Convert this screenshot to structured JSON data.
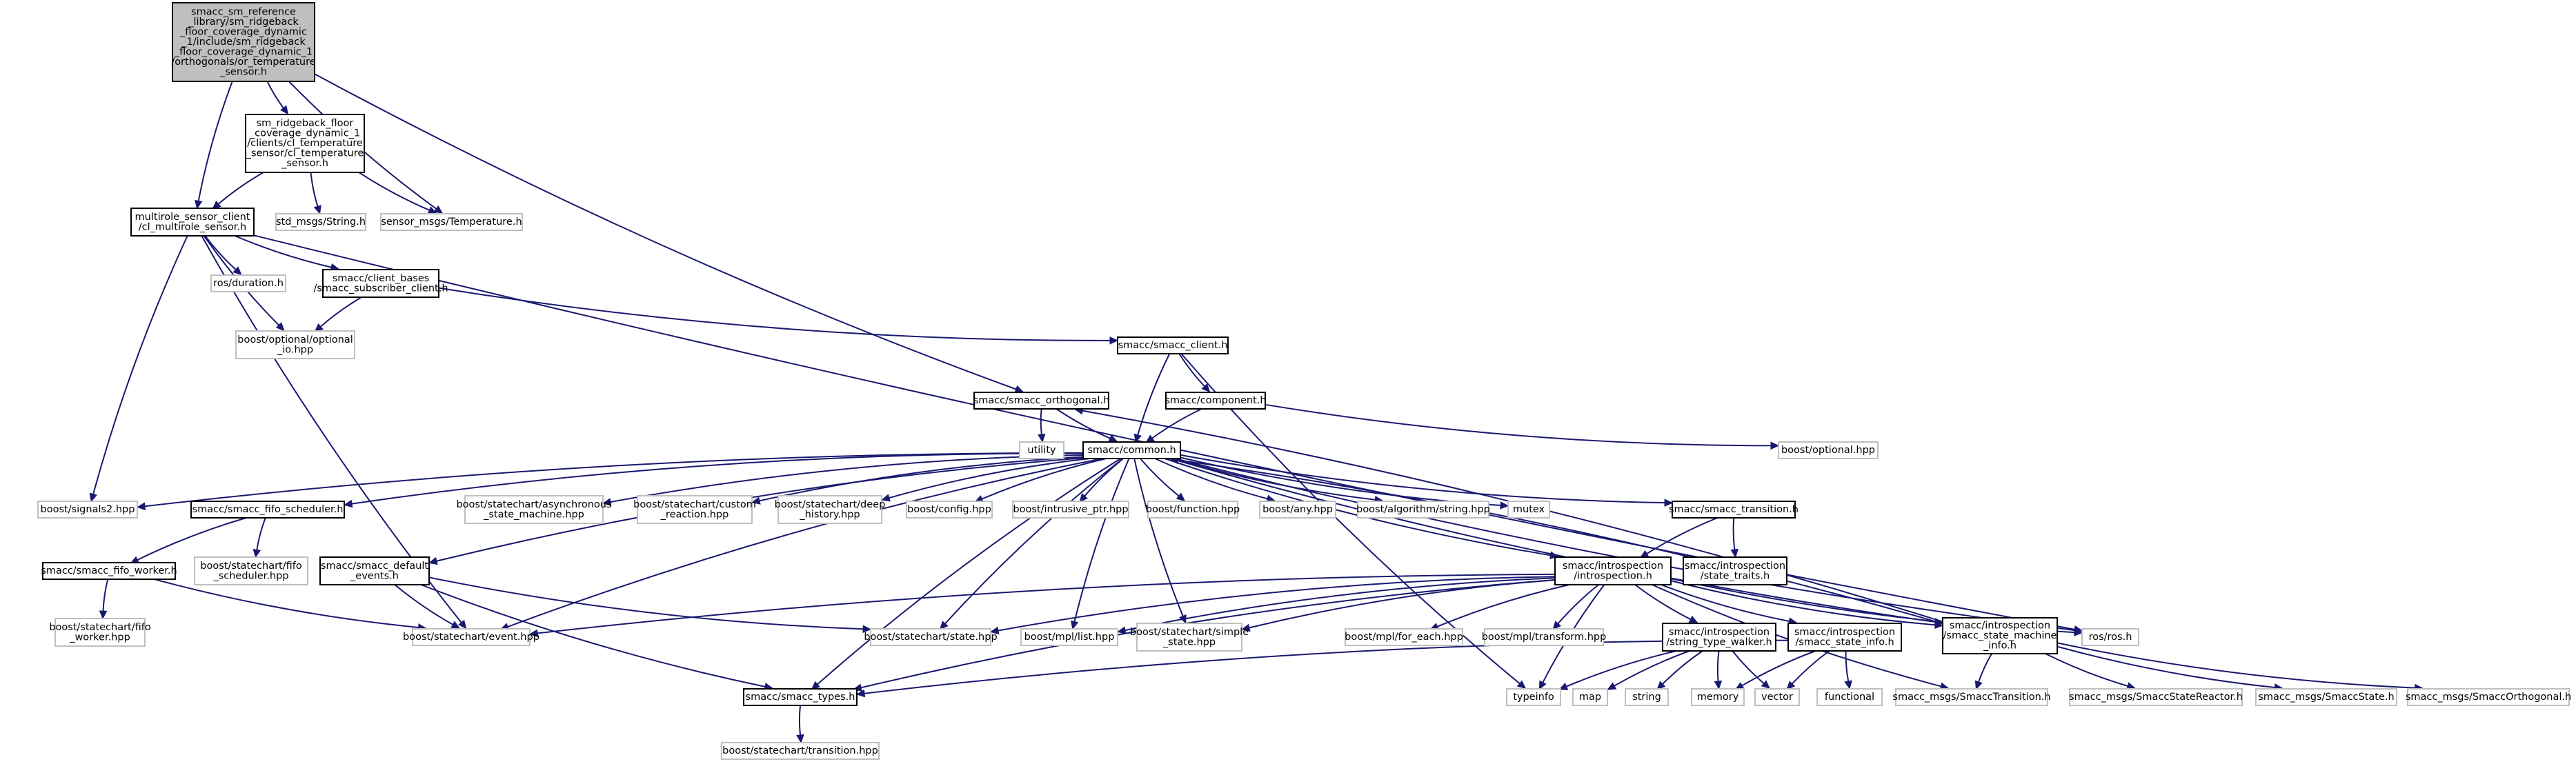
{
  "diagram": {
    "type": "include-dependency-graph",
    "nodes": [
      {
        "id": "root",
        "kind": "main",
        "lines": [
          "smacc_sm_reference",
          "_library/sm_ridgeback",
          "_floor_coverage_dynamic",
          "_1/include/sm_ridgeback",
          "_floor_coverage_dynamic_1",
          "/orthogonals/or_temperature",
          "_sensor.h"
        ]
      },
      {
        "id": "cl_temp",
        "kind": "local",
        "lines": [
          "sm_ridgeback_floor",
          "_coverage_dynamic_1",
          "/clients/cl_temperature",
          "_sensor/cl_temperature",
          "_sensor.h"
        ]
      },
      {
        "id": "multirole",
        "kind": "local",
        "lines": [
          "multirole_sensor_client",
          "/cl_multirole_sensor.h"
        ]
      },
      {
        "id": "std_string",
        "kind": "ext",
        "lines": [
          "std_msgs/String.h"
        ]
      },
      {
        "id": "sensor_temp",
        "kind": "ext",
        "lines": [
          "sensor_msgs/Temperature.h"
        ]
      },
      {
        "id": "ros_duration",
        "kind": "ext",
        "lines": [
          "ros/duration.h"
        ]
      },
      {
        "id": "sub_client",
        "kind": "local",
        "lines": [
          "smacc/client_bases",
          "/smacc_subscriber_client.h"
        ]
      },
      {
        "id": "opt_io",
        "kind": "ext",
        "lines": [
          "boost/optional/optional",
          "_io.hpp"
        ]
      },
      {
        "id": "smacc_client",
        "kind": "local",
        "lines": [
          "smacc/smacc_client.h"
        ]
      },
      {
        "id": "smacc_orth",
        "kind": "local",
        "lines": [
          "smacc/smacc_orthogonal.h"
        ]
      },
      {
        "id": "component",
        "kind": "local",
        "lines": [
          "smacc/component.h"
        ]
      },
      {
        "id": "utility",
        "kind": "ext",
        "lines": [
          "utility"
        ]
      },
      {
        "id": "boost_optional",
        "kind": "ext",
        "lines": [
          "boost/optional.hpp"
        ]
      },
      {
        "id": "common",
        "kind": "local",
        "lines": [
          "smacc/common.h"
        ]
      },
      {
        "id": "signals2",
        "kind": "ext",
        "lines": [
          "boost/signals2.hpp"
        ]
      },
      {
        "id": "fifo_sched",
        "kind": "local",
        "lines": [
          "smacc/smacc_fifo_scheduler.h"
        ]
      },
      {
        "id": "async_sm",
        "kind": "ext",
        "lines": [
          "boost/statechart/asynchronous",
          "_state_machine.hpp"
        ]
      },
      {
        "id": "custom_reaction",
        "kind": "ext",
        "lines": [
          "boost/statechart/custom",
          "_reaction.hpp"
        ]
      },
      {
        "id": "deep_history",
        "kind": "ext",
        "lines": [
          "boost/statechart/deep",
          "_history.hpp"
        ]
      },
      {
        "id": "config",
        "kind": "ext",
        "lines": [
          "boost/config.hpp"
        ]
      },
      {
        "id": "intrusive_ptr",
        "kind": "ext",
        "lines": [
          "boost/intrusive_ptr.hpp"
        ]
      },
      {
        "id": "function",
        "kind": "ext",
        "lines": [
          "boost/function.hpp"
        ]
      },
      {
        "id": "any",
        "kind": "ext",
        "lines": [
          "boost/any.hpp"
        ]
      },
      {
        "id": "algo_string",
        "kind": "ext",
        "lines": [
          "boost/algorithm/string.hpp"
        ]
      },
      {
        "id": "mutex",
        "kind": "ext",
        "lines": [
          "mutex"
        ]
      },
      {
        "id": "smacc_transition",
        "kind": "local",
        "lines": [
          "smacc/smacc_transition.h"
        ]
      },
      {
        "id": "fifo_worker",
        "kind": "local",
        "lines": [
          "smacc/smacc_fifo_worker.h"
        ]
      },
      {
        "id": "fifo_scheduler_hpp",
        "kind": "ext",
        "lines": [
          "boost/statechart/fifo",
          "_scheduler.hpp"
        ]
      },
      {
        "id": "default_events",
        "kind": "local",
        "lines": [
          "smacc/smacc_default",
          "_events.h"
        ]
      },
      {
        "id": "introspection",
        "kind": "local",
        "lines": [
          "smacc/introspection",
          "/introspection.h"
        ]
      },
      {
        "id": "state_traits",
        "kind": "local",
        "lines": [
          "smacc/introspection",
          "/state_traits.h"
        ]
      },
      {
        "id": "fifo_worker_hpp",
        "kind": "ext",
        "lines": [
          "boost/statechart/fifo",
          "_worker.hpp"
        ]
      },
      {
        "id": "event_hpp",
        "kind": "ext",
        "lines": [
          "boost/statechart/event.hpp"
        ]
      },
      {
        "id": "state_hpp",
        "kind": "ext",
        "lines": [
          "boost/statechart/state.hpp"
        ]
      },
      {
        "id": "mpl_list",
        "kind": "ext",
        "lines": [
          "boost/mpl/list.hpp"
        ]
      },
      {
        "id": "simple_state",
        "kind": "ext",
        "lines": [
          "boost/statechart/simple",
          "_state.hpp"
        ]
      },
      {
        "id": "for_each",
        "kind": "ext",
        "lines": [
          "boost/mpl/for_each.hpp"
        ]
      },
      {
        "id": "mpl_transform",
        "kind": "ext",
        "lines": [
          "boost/mpl/transform.hpp"
        ]
      },
      {
        "id": "string_walker",
        "kind": "local",
        "lines": [
          "smacc/introspection",
          "/string_type_walker.h"
        ]
      },
      {
        "id": "state_info",
        "kind": "local",
        "lines": [
          "smacc/introspection",
          "/smacc_state_info.h"
        ]
      },
      {
        "id": "sm_info",
        "kind": "local",
        "lines": [
          "smacc/introspection",
          "/smacc_state_machine",
          "_info.h"
        ]
      },
      {
        "id": "ros_h",
        "kind": "ext",
        "lines": [
          "ros/ros.h"
        ]
      },
      {
        "id": "smacc_types",
        "kind": "local",
        "lines": [
          "smacc/smacc_types.h"
        ]
      },
      {
        "id": "typeinfo",
        "kind": "ext",
        "lines": [
          "typeinfo"
        ]
      },
      {
        "id": "map",
        "kind": "ext",
        "lines": [
          "map"
        ]
      },
      {
        "id": "string",
        "kind": "ext",
        "lines": [
          "string"
        ]
      },
      {
        "id": "memory",
        "kind": "ext",
        "lines": [
          "memory"
        ]
      },
      {
        "id": "vector",
        "kind": "ext",
        "lines": [
          "vector"
        ]
      },
      {
        "id": "functional",
        "kind": "ext",
        "lines": [
          "functional"
        ]
      },
      {
        "id": "msg_transition",
        "kind": "ext",
        "lines": [
          "smacc_msgs/SmaccTransition.h"
        ]
      },
      {
        "id": "msg_reactor",
        "kind": "ext",
        "lines": [
          "smacc_msgs/SmaccStateReactor.h"
        ]
      },
      {
        "id": "msg_state",
        "kind": "ext",
        "lines": [
          "smacc_msgs/SmaccState.h"
        ]
      },
      {
        "id": "msg_orth",
        "kind": "ext",
        "lines": [
          "smacc_msgs/SmaccOrthogonal.h"
        ]
      },
      {
        "id": "transition_hpp",
        "kind": "ext",
        "lines": [
          "boost/statechart/transition.hpp"
        ]
      }
    ],
    "edges": [
      [
        "root",
        "cl_temp"
      ],
      [
        "root",
        "multirole"
      ],
      [
        "root",
        "sensor_temp"
      ],
      [
        "root",
        "smacc_orth"
      ],
      [
        "cl_temp",
        "multirole"
      ],
      [
        "cl_temp",
        "std_string"
      ],
      [
        "cl_temp",
        "sensor_temp"
      ],
      [
        "multirole",
        "ros_duration"
      ],
      [
        "multirole",
        "sub_client"
      ],
      [
        "multirole",
        "opt_io"
      ],
      [
        "multirole",
        "signals2"
      ],
      [
        "multirole",
        "event_hpp"
      ],
      [
        "multirole",
        "ros_h"
      ],
      [
        "sub_client",
        "opt_io"
      ],
      [
        "sub_client",
        "smacc_client"
      ],
      [
        "smacc_client",
        "component"
      ],
      [
        "smacc_client",
        "common"
      ],
      [
        "smacc_client",
        "typeinfo"
      ],
      [
        "smacc_orth",
        "utility"
      ],
      [
        "smacc_orth",
        "common"
      ],
      [
        "component",
        "common"
      ],
      [
        "component",
        "boost_optional"
      ],
      [
        "common",
        "signals2"
      ],
      [
        "common",
        "fifo_sched"
      ],
      [
        "common",
        "async_sm"
      ],
      [
        "common",
        "custom_reaction"
      ],
      [
        "common",
        "deep_history"
      ],
      [
        "common",
        "config"
      ],
      [
        "common",
        "intrusive_ptr"
      ],
      [
        "common",
        "function"
      ],
      [
        "common",
        "any"
      ],
      [
        "common",
        "algo_string"
      ],
      [
        "common",
        "mutex"
      ],
      [
        "common",
        "smacc_transition"
      ],
      [
        "common",
        "default_events"
      ],
      [
        "common",
        "introspection"
      ],
      [
        "common",
        "event_hpp"
      ],
      [
        "common",
        "state_hpp"
      ],
      [
        "common",
        "mpl_list"
      ],
      [
        "common",
        "simple_state"
      ],
      [
        "common",
        "smacc_types"
      ],
      [
        "common",
        "sm_info"
      ],
      [
        "common",
        "ros_h"
      ],
      [
        "fifo_sched",
        "fifo_worker"
      ],
      [
        "fifo_sched",
        "fifo_scheduler_hpp"
      ],
      [
        "fifo_worker",
        "fifo_worker_hpp"
      ],
      [
        "fifo_worker",
        "event_hpp"
      ],
      [
        "default_events",
        "event_hpp"
      ],
      [
        "default_events",
        "state_hpp"
      ],
      [
        "default_events",
        "smacc_types"
      ],
      [
        "smacc_transition",
        "state_traits"
      ],
      [
        "smacc_transition",
        "introspection"
      ],
      [
        "introspection",
        "event_hpp"
      ],
      [
        "introspection",
        "state_hpp"
      ],
      [
        "introspection",
        "mpl_list"
      ],
      [
        "introspection",
        "simple_state"
      ],
      [
        "introspection",
        "for_each"
      ],
      [
        "introspection",
        "mpl_transform"
      ],
      [
        "introspection",
        "string_walker"
      ],
      [
        "introspection",
        "state_info"
      ],
      [
        "introspection",
        "sm_info"
      ],
      [
        "introspection",
        "ros_h"
      ],
      [
        "introspection",
        "smacc_types"
      ],
      [
        "introspection",
        "typeinfo"
      ],
      [
        "introspection",
        "msg_transition"
      ],
      [
        "string_walker",
        "typeinfo"
      ],
      [
        "string_walker",
        "map"
      ],
      [
        "string_walker",
        "string"
      ],
      [
        "string_walker",
        "memory"
      ],
      [
        "string_walker",
        "vector"
      ],
      [
        "state_info",
        "memory"
      ],
      [
        "state_info",
        "vector"
      ],
      [
        "state_info",
        "functional"
      ],
      [
        "state_info",
        "smacc_types"
      ],
      [
        "sm_info",
        "msg_transition"
      ],
      [
        "sm_info",
        "msg_reactor"
      ],
      [
        "sm_info",
        "msg_state"
      ],
      [
        "sm_info",
        "msg_orth"
      ],
      [
        "sm_info",
        "smacc_orth"
      ],
      [
        "sm_info",
        "common"
      ],
      [
        "smacc_types",
        "transition_hpp"
      ]
    ]
  }
}
